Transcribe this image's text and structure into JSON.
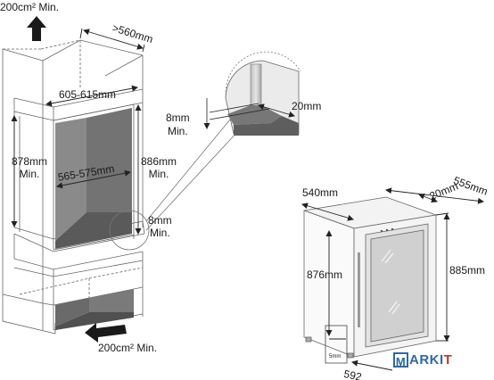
{
  "labels": {
    "vent_top": "200cm² Min.",
    "vent_bottom": "200cm² Min.",
    "depth_cabinet": ">560mm",
    "width_opening": "605-615mm",
    "width_inner": "565-575mm",
    "height_left_value": "878mm",
    "height_left_min": "Min.",
    "height_right": "886mm",
    "height_right_min": "Min.",
    "gap_top_value": "8mm",
    "gap_top_min": "Min.",
    "gap_top_depth": "20mm",
    "gap_bottom_value": "8mm",
    "gap_bottom_min": "Min.",
    "appliance_width": "540mm",
    "appliance_depth": "555mm",
    "door_offset": "20mm",
    "appliance_height_front": "876mm",
    "appliance_height_side": "885mm",
    "foot_gap": "5mm",
    "total_depth_partial": "592"
  },
  "logo": {
    "boxed_letter": "M",
    "middle": "ARKI",
    "last": "T"
  },
  "colors": {
    "line": "#555555",
    "dim_line": "#222222",
    "shadow": "#6e6e6e",
    "shadow_dark": "#4a4a4a",
    "logo_blue": "#2c6aa8",
    "logo_red": "#c0392b"
  }
}
